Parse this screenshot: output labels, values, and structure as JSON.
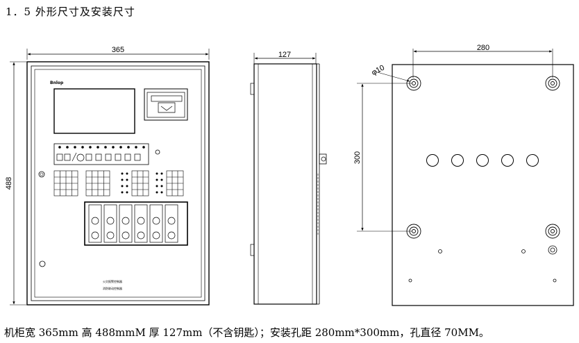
{
  "section_heading": "1．5 外形尺寸及安装尺寸",
  "caption": "机柜宽 365mm 高 488mmM 厚 127mm（不含钥匙）；安装孔距 280mm*300mm，孔直径 70MM。",
  "front_view": {
    "width_dim": "365",
    "height_dim": "488",
    "logo": "Bnlop",
    "label_1": "火灾报警控制器",
    "label_2": "消防联动控制器"
  },
  "side_view": {
    "depth_dim": "127"
  },
  "rear_view": {
    "hole_spacing_h": "280",
    "hole_spacing_v": "300",
    "hole_diameter": "φ10"
  }
}
